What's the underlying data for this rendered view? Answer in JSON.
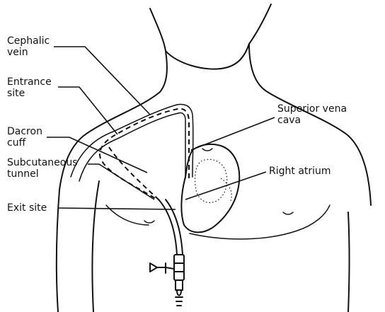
{
  "labels": {
    "cephalic_vein": [
      "Cephalic",
      "vein"
    ],
    "entrance_site": [
      "Entrance",
      "site"
    ],
    "dacron_cuff": [
      "Dacron",
      "cuff"
    ],
    "subcutaneous_tunnel": [
      "Subcutaneous",
      "tunnel"
    ],
    "exit_site": [
      "Exit site"
    ],
    "superior_vena_cava": [
      "Superior vena",
      "cava"
    ],
    "right_atrium": [
      "Right atrium"
    ]
  }
}
